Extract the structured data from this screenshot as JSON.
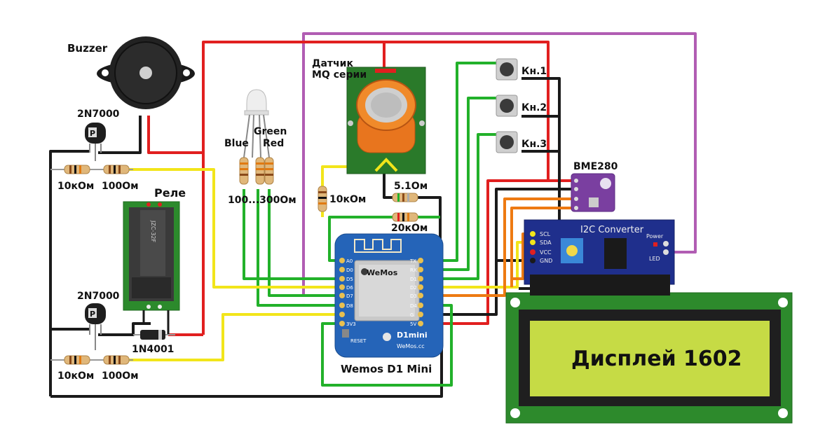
{
  "labels": {
    "buzzer": "Buzzer",
    "transistor_top": "2N7000",
    "transistor_bottom": "2N7000",
    "relay": "Реле",
    "r_top_left": "10кОм",
    "r_top_right": "100Ом",
    "r_bot_left": "10кОм",
    "r_bot_right": "100Ом",
    "diode": "1N4001",
    "led_blue": "Blue",
    "led_green": "Green",
    "led_red": "Red",
    "led_resistors": "100...300Ом",
    "sensor_line1": "Датчик",
    "sensor_line2": "MQ серии",
    "r_sensor_pull": "10кОм",
    "r_div_top": "5.1Ом",
    "r_div_bottom": "20кОм",
    "btn1": "Кн.1",
    "btn2": "Кн.2",
    "btn3": "Кн.3",
    "bme": "BME280",
    "i2c_title": "I2C Converter",
    "i2c_power": "Power",
    "i2c_led": "LED",
    "i2c_pins": [
      "SCL",
      "SDA",
      "VCC",
      "GND"
    ],
    "wemos": "Wemos D1 Mini",
    "wemos_chip_brand": "WeMos",
    "wemos_model": "D1mini",
    "wemos_site": "WeMos.cc",
    "wemos_reset": "RESET",
    "wemos_left_pins": [
      "A0",
      "D0",
      "D5",
      "D6",
      "D7",
      "D8",
      "3V3"
    ],
    "wemos_right_pins": [
      "TX",
      "RX",
      "D1",
      "D2",
      "D3",
      "D4",
      "G",
      "5V"
    ],
    "relay_marking": "JZC-32F",
    "display": "Дисплей 1602"
  },
  "colors": {
    "wire_red": "#e11f1f",
    "wire_black": "#1a1a1a",
    "wire_green": "#22b12a",
    "wire_yellow": "#f2e51a",
    "wire_orange": "#ee7a12",
    "wire_purple": "#b15db3",
    "wemos_board": "#2564b8",
    "i2c_board": "#1f2f8c",
    "lcd_board": "#2d8a2c",
    "lcd_screen": "#c6db45",
    "sensor_board": "#2a7a2a",
    "relay_board": "#2c8a2c"
  }
}
